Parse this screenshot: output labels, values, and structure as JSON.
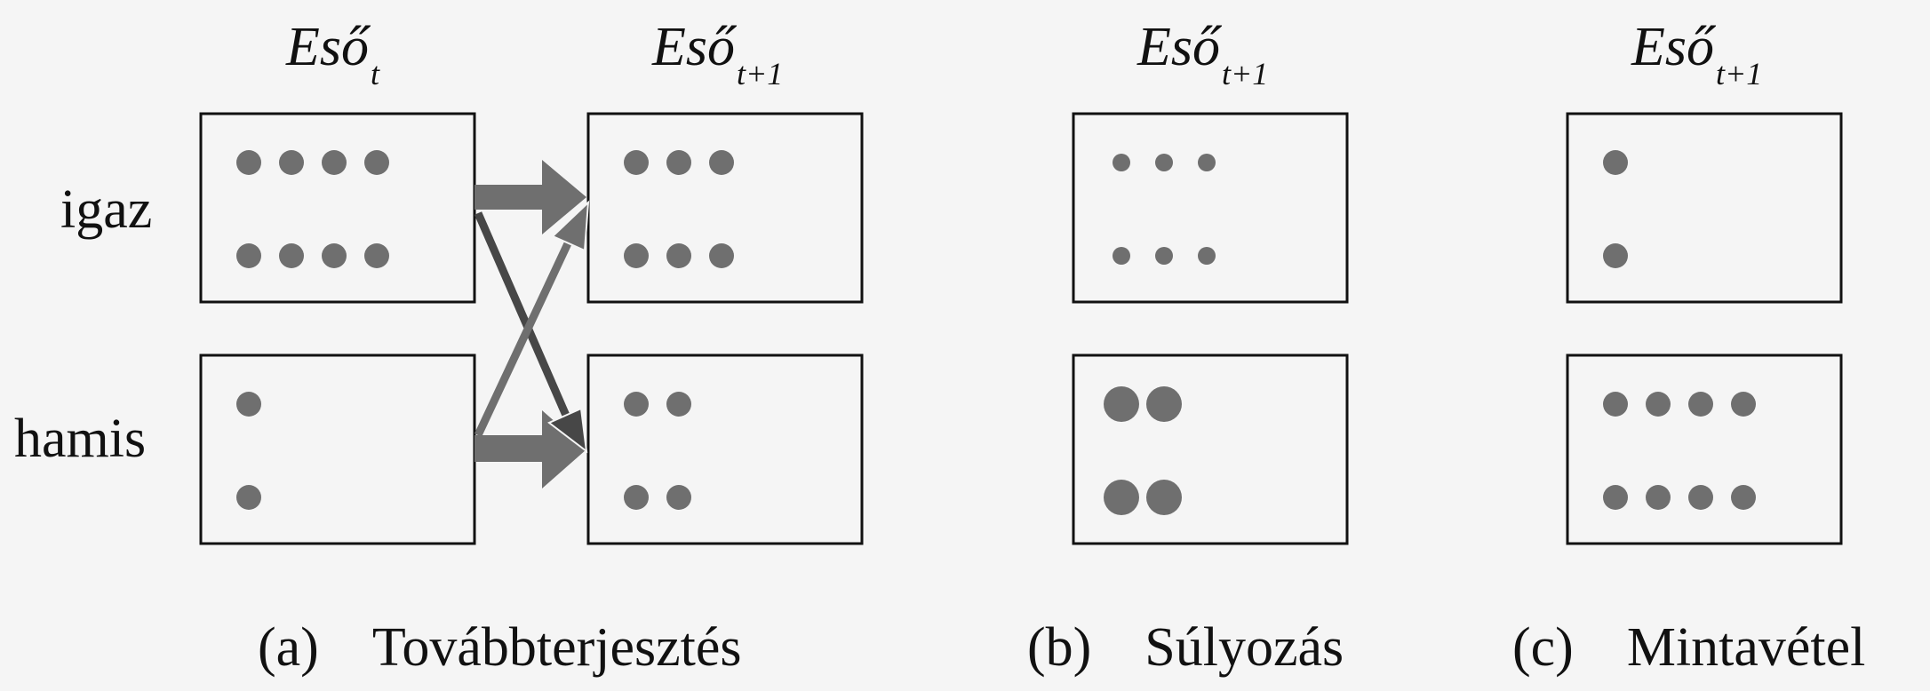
{
  "headers": {
    "a_left": {
      "base": "Eső",
      "sub": "t"
    },
    "a_right": {
      "base": "Eső",
      "sub": "t+1"
    },
    "b": {
      "base": "Eső",
      "sub": "t+1"
    },
    "c": {
      "base": "Eső",
      "sub": "t+1"
    }
  },
  "row_labels": {
    "true_label": "igaz",
    "false_label": "hamis"
  },
  "captions": {
    "a": {
      "letter": "(a)",
      "text": "Továbbterjesztés"
    },
    "b": {
      "letter": "(b)",
      "text": "Súlyozás"
    },
    "c": {
      "letter": "(c)",
      "text": "Mintavétel"
    }
  },
  "panels": {
    "a_left": {
      "igaz_count": 8,
      "hamis_count": 2
    },
    "a_right": {
      "igaz_count": 6,
      "hamis_count": 4
    },
    "b": {
      "igaz_count": 6,
      "hamis_count": 4,
      "igaz_dot_size": "small",
      "hamis_dot_size": "large"
    },
    "c": {
      "igaz_count": 2,
      "hamis_count": 8
    }
  },
  "colors": {
    "dot": "#6f6f6f",
    "arrow_thick": "#6f6f6f",
    "arrow_thin": "#474747",
    "box_stroke": "#111111"
  }
}
